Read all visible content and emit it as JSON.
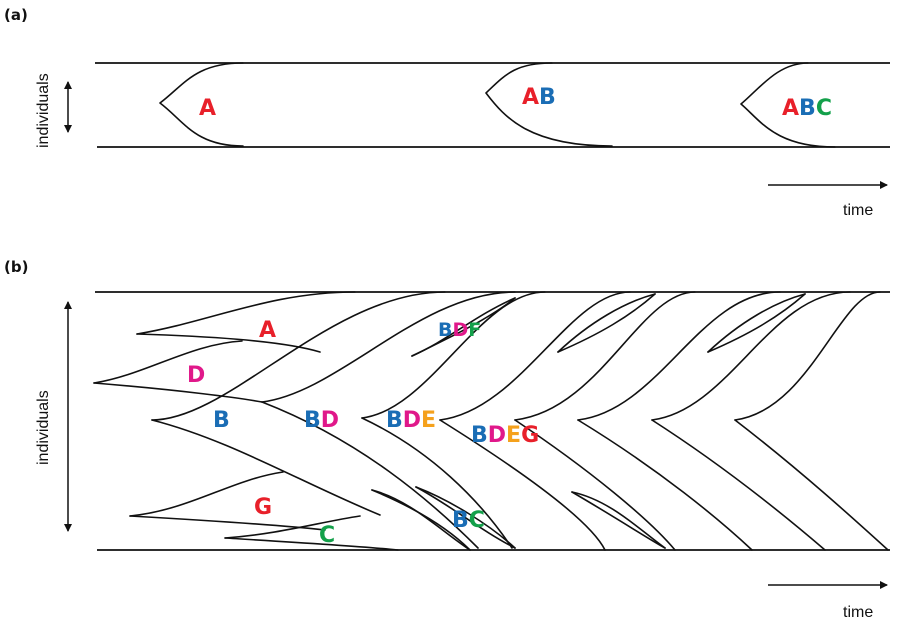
{
  "colors": {
    "A": "#e8202a",
    "B": "#1a6db5",
    "C": "#13a04a",
    "D": "#e0188a",
    "E": "#f5a11c",
    "F": "#13a04a",
    "G": "#e8202a"
  },
  "panel_a": {
    "label": "(a)",
    "y_axis_label": "individuals",
    "x_axis_label": "time",
    "sweeps": [
      {
        "id": "sweep-a",
        "letters": [
          "A"
        ]
      },
      {
        "id": "sweep-ab",
        "letters": [
          "A",
          "B"
        ]
      },
      {
        "id": "sweep-abc",
        "letters": [
          "A",
          "B",
          "C"
        ]
      }
    ]
  },
  "panel_b": {
    "label": "(b)",
    "y_axis_label": "individuals",
    "x_axis_label": "time",
    "mutations": [
      {
        "id": "mut-a",
        "letters": [
          "A"
        ]
      },
      {
        "id": "mut-d",
        "letters": [
          "D"
        ]
      },
      {
        "id": "mut-b",
        "letters": [
          "B"
        ]
      },
      {
        "id": "mut-bd",
        "letters": [
          "B",
          "D"
        ]
      },
      {
        "id": "mut-bdf",
        "letters": [
          "B",
          "D",
          "F"
        ]
      },
      {
        "id": "mut-bde",
        "letters": [
          "B",
          "D",
          "E"
        ]
      },
      {
        "id": "mut-bdeg",
        "letters": [
          "B",
          "D",
          "E",
          "G"
        ]
      },
      {
        "id": "mut-g",
        "letters": [
          "G"
        ]
      },
      {
        "id": "mut-c",
        "letters": [
          "C"
        ]
      },
      {
        "id": "mut-bc",
        "letters": [
          "B",
          "C"
        ]
      }
    ]
  }
}
